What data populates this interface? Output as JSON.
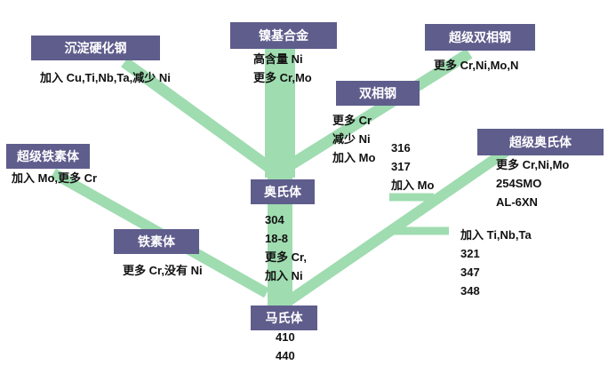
{
  "colors": {
    "node_fill": "#5f5d8c",
    "node_text": "#ffffff",
    "branch": "#9fdcb0",
    "note_text": "#111111"
  },
  "nodes": {
    "precipitation": "沉淀硬化钢",
    "nickel": "镍基合金",
    "super_duplex": "超级双相钢",
    "duplex": "双相钢",
    "super_ferritic": "超级铁素体",
    "super_austenitic": "超级奥氏体",
    "austenitic": "奥氏体",
    "ferritic": "铁素体",
    "martensitic": "马氏体"
  },
  "notes": {
    "precipitation": [
      "加入 Cu,Ti,Nb,Ta,减少 Ni"
    ],
    "nickel": [
      "高含量 Ni",
      "更多 Cr,Mo"
    ],
    "super_duplex": [
      "更多 Cr,Ni,Mo,N"
    ],
    "duplex": [
      "更多 Cr",
      "减少 Ni",
      "加入 Mo"
    ],
    "mo_grades": [
      "316",
      "317",
      "加入 Mo"
    ],
    "super_ferritic": [
      "加入 Mo,更多 Cr"
    ],
    "super_austenitic": [
      "更多 Cr,Ni,Mo",
      "254SMO",
      "AL-6XN"
    ],
    "austenitic": [
      "304",
      "18-8",
      "更多 Cr,",
      "加入 Ni"
    ],
    "stabilized": [
      "加入 Ti,Nb,Ta",
      "321",
      "347",
      "348"
    ],
    "ferritic": [
      "更多 Cr,没有 Ni"
    ],
    "martensitic": [
      "410",
      "440"
    ]
  }
}
